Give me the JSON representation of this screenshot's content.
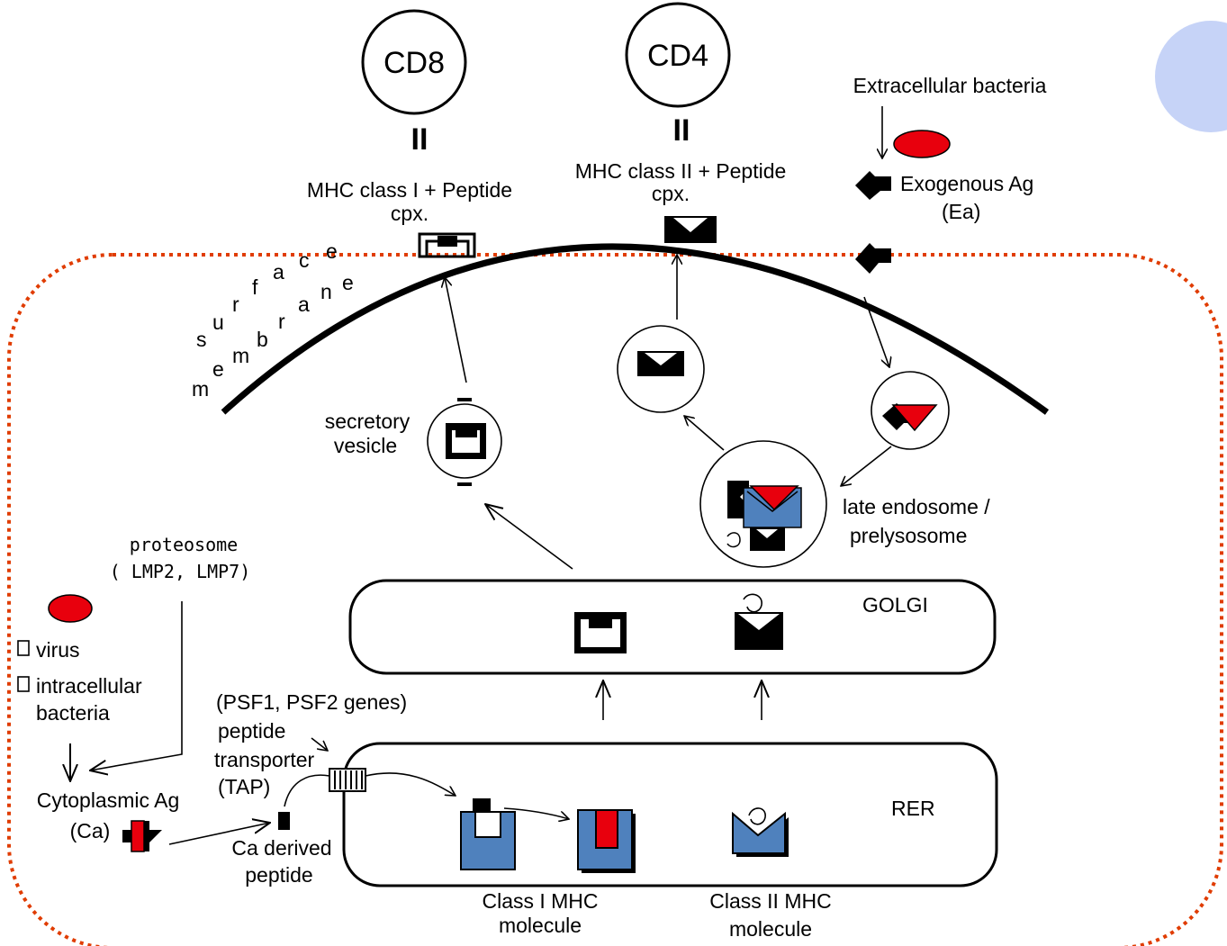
{
  "cells": {
    "cd8": "CD8",
    "cd4": "CD4",
    "double_bar": "II"
  },
  "labels": {
    "mhc1_line1": "MHC class I + Peptide",
    "mhc1_line2": "cpx.",
    "mhc2_line1": "MHC class II + Peptide",
    "mhc2_line2": "cpx.",
    "extracellular_bacteria": "Extracellular bacteria",
    "exogenous_ag_line1": "Exogenous Ag",
    "exogenous_ag_line2": "(Ea)",
    "surface_membrane_letters": [
      "s",
      "u",
      "r",
      "f",
      "a",
      "c",
      "e",
      "m",
      "e",
      "m",
      "b",
      "r",
      "a",
      "n",
      "e"
    ],
    "secretory_line1": "secretory",
    "secretory_line2": "vesicle",
    "late_endosome_line1": "late endosome /",
    "late_endosome_line2": "prelysosome",
    "proteosome_line1": "proteosome",
    "proteosome_line2": "( LMP2, LMP7)",
    "virus": "virus",
    "intracellular_line1": "intracellular",
    "intracellular_line2": "bacteria",
    "cytoplasmic_line1": "Cytoplasmic Ag",
    "cytoplasmic_line2": "(Ca)",
    "psf_genes": "(PSF1, PSF2 genes)",
    "transporter_line1": "peptide",
    "transporter_line2": "transporter",
    "transporter_line3": "(TAP)",
    "ca_derived_line1": "Ca derived",
    "ca_derived_line2": "peptide",
    "golgi": "GOLGI",
    "rer": "RER",
    "class1_line1": "Class I MHC",
    "class1_line2": "molecule",
    "class2_line1": "Class II MHC",
    "class2_line2": "molecule"
  },
  "colors": {
    "cell_border": "#e03c00",
    "pathogen_red": "#e8000d",
    "mhc_blue": "#4f81bd",
    "corner_circle": "#c6d3f7",
    "ink": "#000000"
  }
}
